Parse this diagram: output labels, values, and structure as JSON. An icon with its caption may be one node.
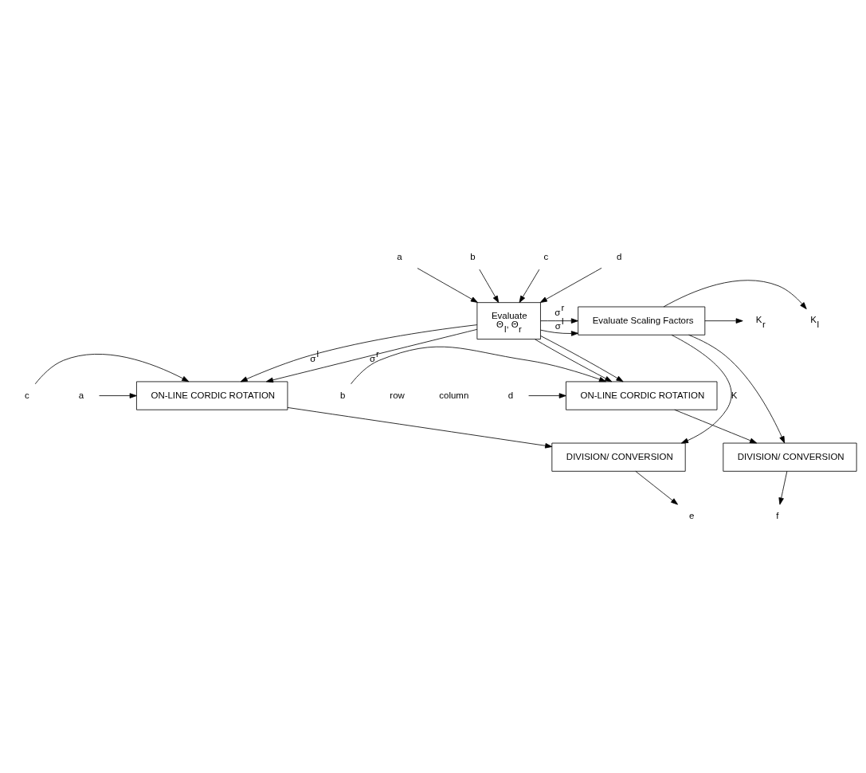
{
  "diagram": {
    "nodes": [
      {
        "text": [
          "Evaluate",
          "Θ$_{l}$, Θ$_{r}$"
        ]
      },
      {
        "text": [
          "Evaluate Scaling Factors"
        ]
      },
      {
        "text": [
          "ON-LINE CORDIC ROTATION"
        ]
      },
      {
        "text": [
          "ON-LINE CORDIC ROTATION"
        ]
      },
      {
        "text": [
          "DIVISION/ CONVERSION"
        ]
      },
      {
        "text": [
          "DIVISION/ CONVERSION"
        ]
      },
      {
        "text": [
          "a"
        ]
      },
      {
        "text": [
          "b"
        ]
      },
      {
        "text": [
          "c"
        ]
      },
      {
        "text": [
          "d"
        ]
      },
      {
        "text": [
          "a"
        ]
      },
      {
        "text": [
          "c"
        ]
      },
      {
        "text": [
          "b"
        ]
      },
      {
        "text": [
          "d"
        ]
      },
      {
        "text": [
          "e"
        ]
      },
      {
        "text": [
          "f"
        ]
      },
      {
        "text": [
          "K$_{l}$"
        ]
      },
      {
        "text": [
          "K$_{r}$"
        ]
      }
    ],
    "edges": [
      {
        "from": 6,
        "to": 0,
        "arrow": "to"
      },
      {
        "from": 7,
        "to": 0,
        "arrow": "to"
      },
      {
        "from": 8,
        "to": 0,
        "arrow": "to"
      },
      {
        "from": 9,
        "to": 0,
        "arrow": "to"
      },
      {
        "from": 0,
        "to": 1,
        "arrow": "to",
        "label": "σ$^{l}$"
      },
      {
        "from": 0,
        "to": 1,
        "arrow": "to",
        "label": "σ$^{r}$"
      },
      {
        "from": 1,
        "to": 16,
        "arrow": "to"
      },
      {
        "from": 1,
        "to": 17,
        "arrow": "to"
      },
      {
        "from": 0,
        "to": 2,
        "arrow": "to",
        "label": "σ$^{l}$"
      },
      {
        "from": 0,
        "to": 2,
        "arrow": "to",
        "label": "σ$^{r}$"
      },
      {
        "from": 0,
        "to": 3,
        "arrow": "to"
      },
      {
        "from": 0,
        "to": 3,
        "arrow": "to"
      },
      {
        "from": 10,
        "to": 2,
        "arrow": "to"
      },
      {
        "from": 11,
        "to": 2,
        "arrow": "to"
      },
      {
        "from": 12,
        "to": 3,
        "arrow": "to"
      },
      {
        "from": 13,
        "to": 3,
        "arrow": "to"
      },
      {
        "from": 1,
        "to": 4,
        "arrow": "to",
        "label": "K"
      },
      {
        "from": 1,
        "to": 5,
        "arrow": "to"
      },
      {
        "from": 2,
        "to": 4,
        "arrow": "to"
      },
      {
        "from": 3,
        "to": 5,
        "arrow": "to"
      },
      {
        "from": 4,
        "to": 14,
        "arrow": "to"
      },
      {
        "from": 5,
        "to": 15,
        "arrow": "to"
      }
    ],
    "labels": [
      "row",
      "column"
    ]
  }
}
